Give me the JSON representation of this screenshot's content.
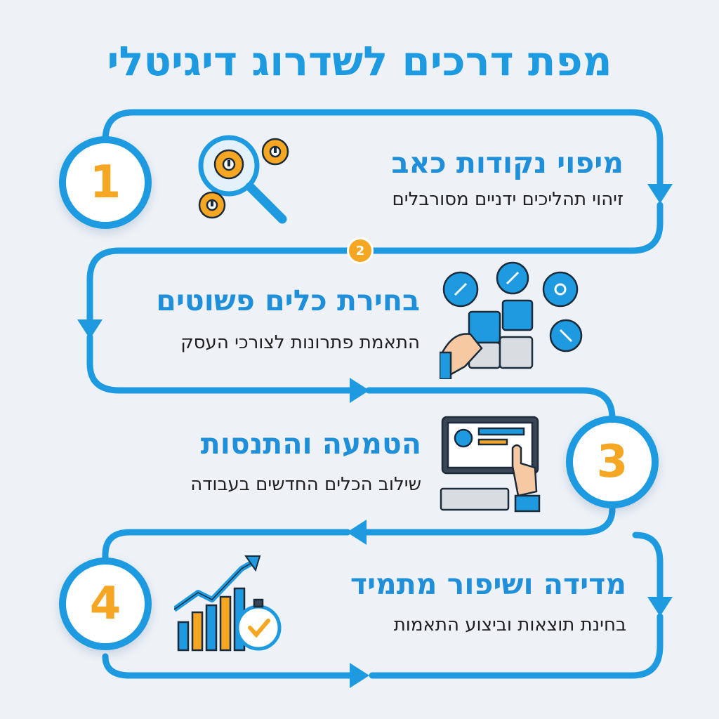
{
  "title": "מפת דרכים לשדרוג דיגיטלי",
  "colors": {
    "primary": "#1e9be0",
    "accent": "#f5a623",
    "text": "#1f1f1f",
    "background": "#eef2f7"
  },
  "badge": {
    "number": "2"
  },
  "steps": [
    {
      "number": "1",
      "title": "מיפוי נקודות כאב",
      "subtitle": "זיהוי תהליכים ידניים מסורבלים",
      "icon": "magnifier-gears-icon"
    },
    {
      "number": "2",
      "title": "בחירת כלים פשוטים",
      "subtitle": "התאמת פתרונות לצורכי העסק",
      "icon": "puzzle-tools-icon"
    },
    {
      "number": "3",
      "title": "הטמעה והתנסות",
      "subtitle": "שילוב הכלים החדשים בעבודה",
      "icon": "computer-touch-icon"
    },
    {
      "number": "4",
      "title": "מדידה ושיפור מתמיד",
      "subtitle": "בחינת תוצאות וביצוע התאמות",
      "icon": "chart-stopwatch-icon"
    }
  ]
}
